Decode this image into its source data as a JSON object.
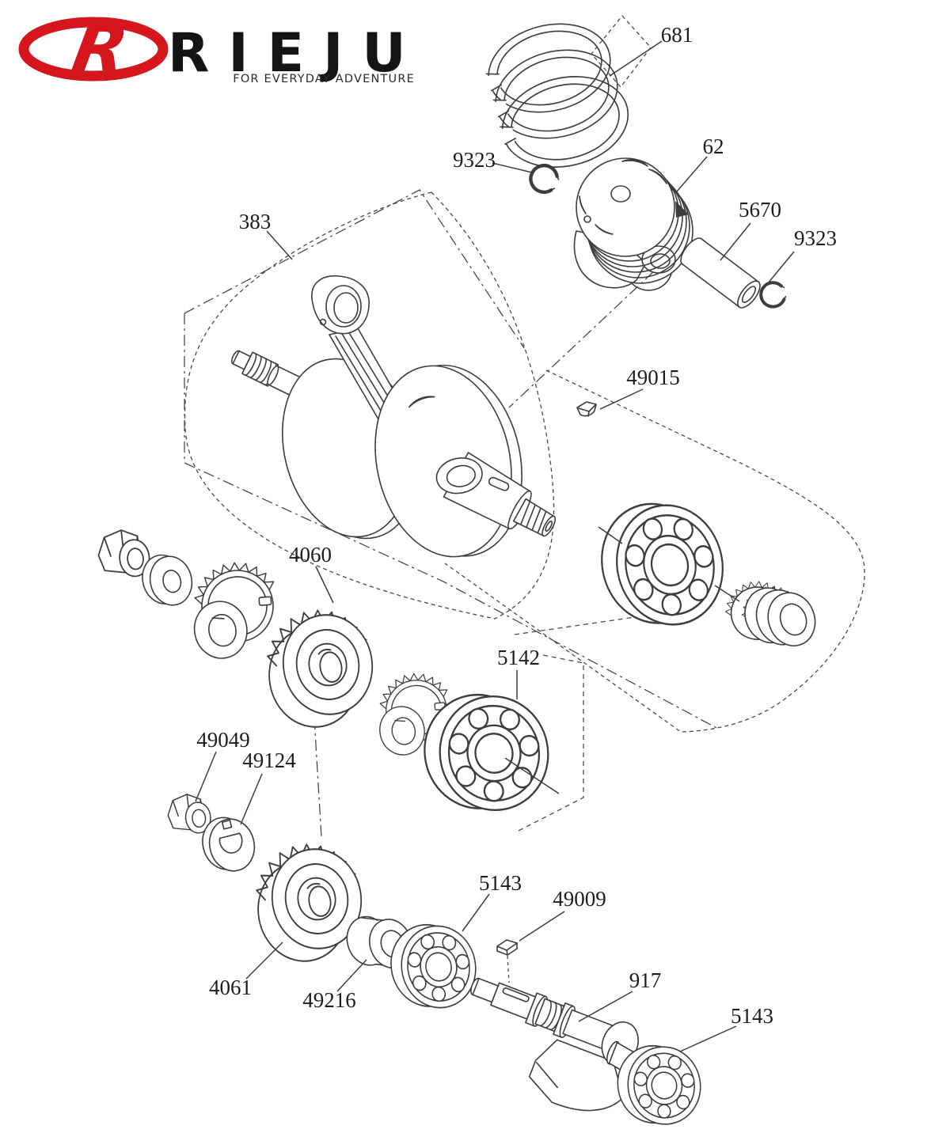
{
  "page": {
    "background": "#ffffff"
  },
  "logo": {
    "brand": "RIEJU",
    "monogram": "R",
    "tagline": "FOR EVERYDAY ADVENTURE",
    "red": "#d5161d",
    "black": "#141414"
  },
  "diagram": {
    "line_color": "#3d3d3d",
    "dash_color": "#4a4a4a",
    "label_color": "#1d1d20",
    "callouts": [
      {
        "part": "piston-ring-set",
        "text": "681"
      },
      {
        "part": "circlip-left",
        "text": "9323"
      },
      {
        "part": "piston",
        "text": "62"
      },
      {
        "part": "piston-pin",
        "text": "5670"
      },
      {
        "part": "circlip-right",
        "text": "9323"
      },
      {
        "part": "crankshaft-assembly",
        "text": "383"
      },
      {
        "part": "woodruff-key-crank",
        "text": "49015"
      },
      {
        "part": "primary-drive-gear",
        "text": "4060"
      },
      {
        "part": "bearing-5142",
        "text": "5142"
      },
      {
        "part": "nut-49049",
        "text": "49049"
      },
      {
        "part": "lock-washer-49124",
        "text": "49124"
      },
      {
        "part": "bearing-5143-left",
        "text": "5143"
      },
      {
        "part": "key-49009",
        "text": "49009"
      },
      {
        "part": "balance-gear-4061",
        "text": "4061"
      },
      {
        "part": "spacer-bush-49216",
        "text": "49216"
      },
      {
        "part": "balance-shaft-917",
        "text": "917"
      },
      {
        "part": "bearing-5143-right",
        "text": "5143"
      }
    ]
  }
}
